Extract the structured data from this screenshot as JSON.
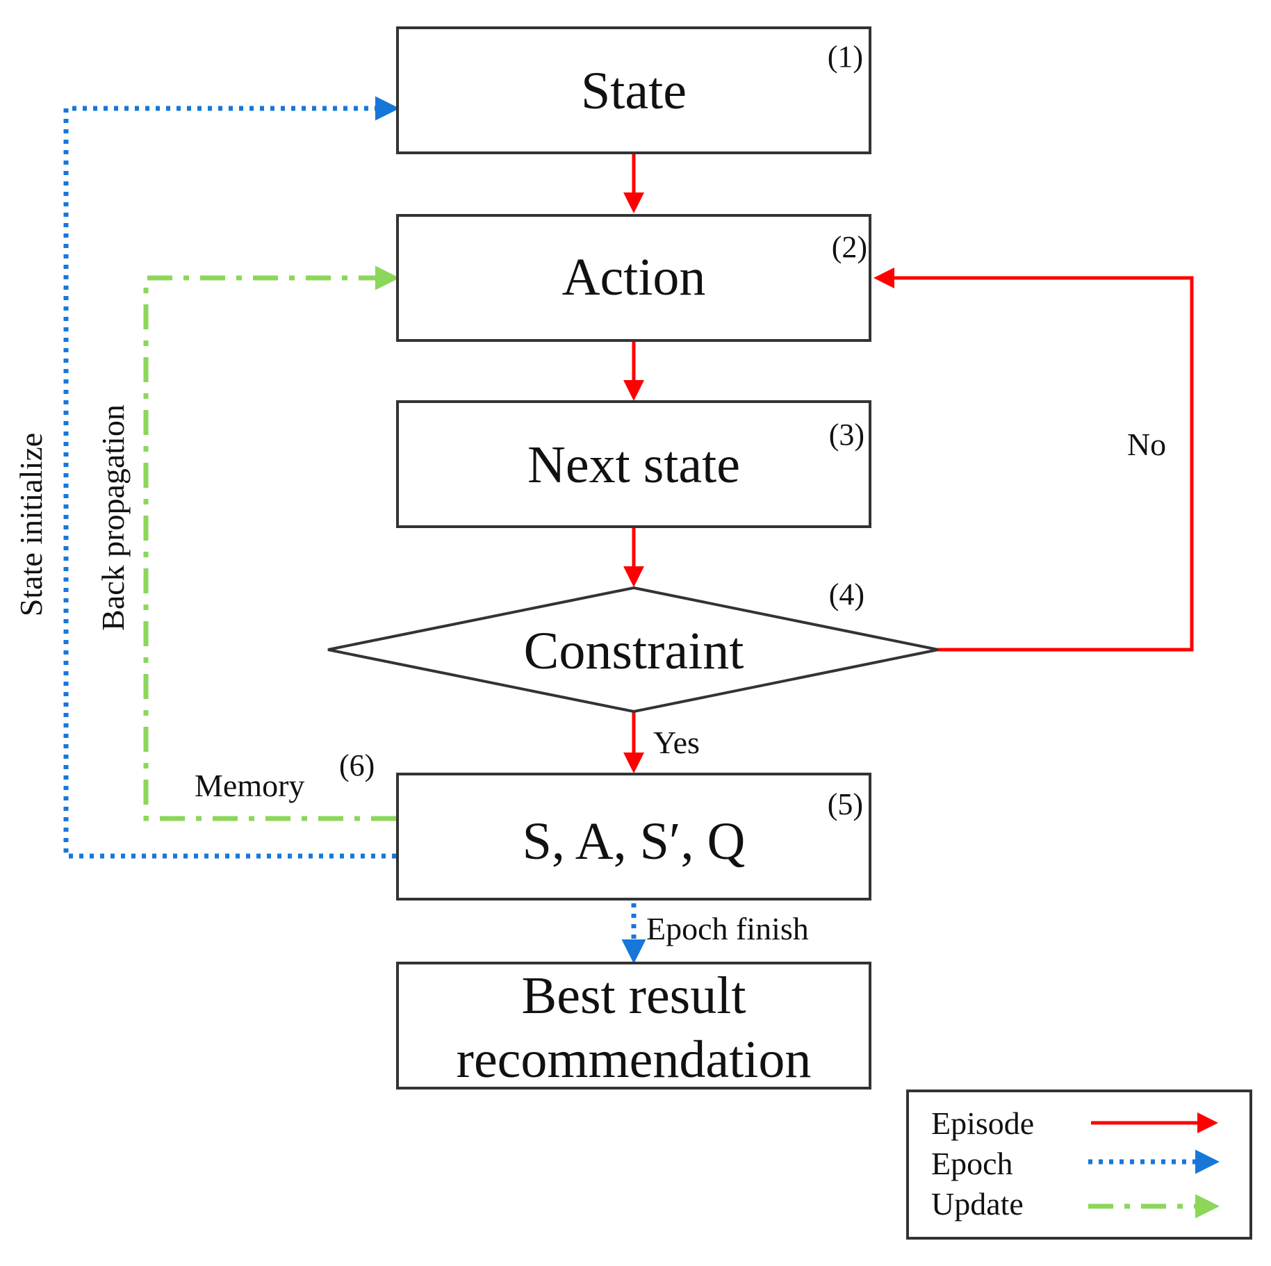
{
  "nodes": {
    "state": {
      "label": "State",
      "number": "(1)"
    },
    "action": {
      "label": "Action",
      "number": "(2)"
    },
    "next_state": {
      "label": "Next state",
      "number": "(3)"
    },
    "constraint": {
      "label": "Constraint",
      "number": "(4)"
    },
    "memory_tuple": {
      "label": "S, A, S′, Q",
      "number": "(5)"
    },
    "best_result": {
      "line1": "Best result",
      "line2": "recommendation"
    }
  },
  "edge_labels": {
    "no": "No",
    "yes": "Yes",
    "epoch_finish": "Epoch finish",
    "memory": "Memory",
    "memory_number": "(6)",
    "state_initialize": "State initialize",
    "back_propagation": "Back propagation"
  },
  "legend": {
    "items": [
      {
        "label": "Episode",
        "line_style": "solid",
        "color": "#ff0000"
      },
      {
        "label": "Epoch",
        "line_style": "dotted",
        "color": "#1777d9"
      },
      {
        "label": "Update",
        "line_style": "dash-dot",
        "color": "#8cd65a"
      }
    ]
  }
}
